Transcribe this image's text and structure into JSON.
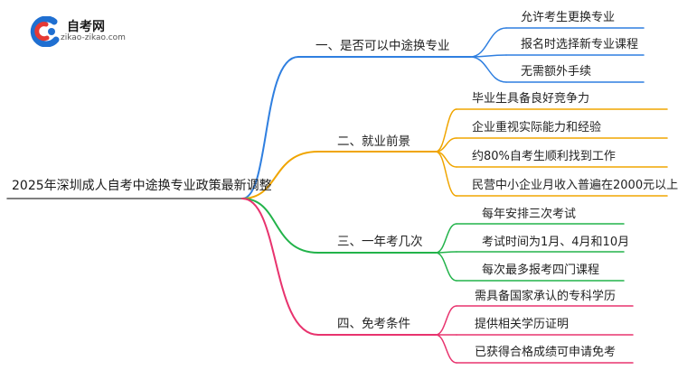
{
  "logo": {
    "title": "自考网",
    "url": "zikao-zikao.com"
  },
  "colors": {
    "blue": "#2f7fe0",
    "orange": "#f0a500",
    "green": "#22b34a",
    "pink": "#e8336e"
  },
  "root": {
    "label": "2025年深圳成人自考中途换专业政策最新调整"
  },
  "branches": [
    {
      "label": "一、是否可以中途换专业",
      "color": "blue",
      "leaves": [
        "允许考生更换专业",
        "报名时选择新专业课程",
        "无需额外手续"
      ]
    },
    {
      "label": "二、就业前景",
      "color": "orange",
      "leaves": [
        "毕业生具备良好竞争力",
        "企业重视实际能力和经验",
        "约80%自考生顺利找到工作",
        "民营中小企业月收入普遍在2000元以上"
      ]
    },
    {
      "label": "三、一年考几次",
      "color": "green",
      "leaves": [
        "每年安排三次考试",
        "考试时间为1月、4月和10月",
        "每次最多报考四门课程"
      ]
    },
    {
      "label": "四、免考条件",
      "color": "pink",
      "leaves": [
        "需具备国家承认的专科学历",
        "提供相关学历证明",
        "已获得合格成绩可申请免考"
      ]
    }
  ]
}
